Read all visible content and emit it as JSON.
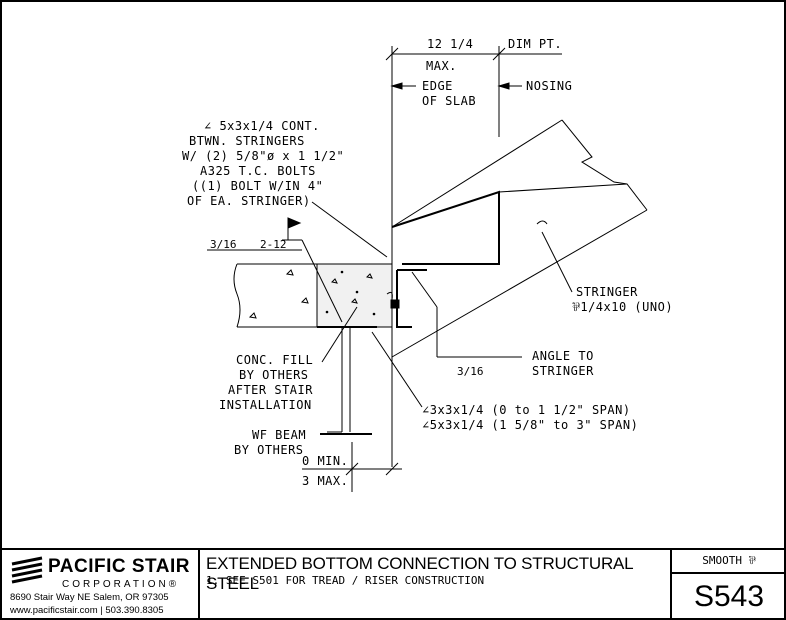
{
  "drawing": {
    "dims": {
      "dim_12_14": "12 1/4",
      "max": "MAX.",
      "dim_pt": "DIM PT.",
      "edge_of_slab_1": "EDGE",
      "edge_of_slab_2": "OF SLAB",
      "nosing": "NOSING",
      "zero_min": "0 MIN.",
      "three_max": "3 MAX."
    },
    "notes": {
      "angle_cont": [
        "∠ 5x3x1/4 CONT.",
        "BTWN. STRINGERS",
        "W/ (2) 5/8\"ø x 1 1/2\"",
        "A325 T.C. BOLTS",
        "((1) BOLT W/IN 4\"",
        "OF EA. STRINGER)"
      ],
      "weld_316": "3/16",
      "weld_212": "2-12",
      "conc_fill": [
        "CONC. FILL",
        "BY OTHERS",
        "AFTER STAIR",
        "INSTALLATION"
      ],
      "wf_beam": [
        "WF BEAM",
        "BY OTHERS"
      ],
      "stringer": [
        "STRINGER",
        "⅌1/4x10 (UNO)"
      ],
      "angle_to_stringer_weld": "3/16",
      "angle_to_stringer": [
        "ANGLE TO",
        "STRINGER"
      ],
      "angles_span": [
        "∠3x3x1/4 (0 to 1 1/2\" SPAN)",
        "∠5x3x1/4 (1 5/8\" to 3\" SPAN)"
      ]
    }
  },
  "titleblock": {
    "company": "PACIFIC STAIR",
    "corporation": "CORPORATION®",
    "address": "8690 Stair Way NE Salem, OR 97305",
    "web_phone": "www.pacificstair.com  |  503.390.8305",
    "title": "EXTENDED BOTTOM CONNECTION TO STRUCTURAL STEEL",
    "note": "1.  SEE S501 FOR TREAD / RISER CONSTRUCTION",
    "finish": "SMOOTH ⅌",
    "sheet": "S543"
  }
}
